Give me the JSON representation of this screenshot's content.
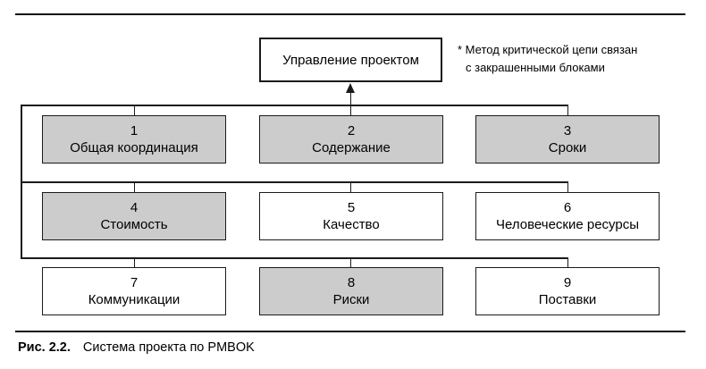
{
  "figure": {
    "root_label": "Управление проектом",
    "note": {
      "line1": "* Метод критической цепи связан",
      "line2": "с закрашенными блоками"
    },
    "blocks": [
      {
        "number": "1",
        "label": "Общая координация",
        "shaded": true
      },
      {
        "number": "2",
        "label": "Содержание",
        "shaded": true
      },
      {
        "number": "3",
        "label": "Сроки",
        "shaded": true
      },
      {
        "number": "4",
        "label": "Стоимость",
        "shaded": true
      },
      {
        "number": "5",
        "label": "Качество",
        "shaded": false
      },
      {
        "number": "6",
        "label": "Человеческие ресурсы",
        "shaded": false
      },
      {
        "number": "7",
        "label": "Коммуникации",
        "shaded": false
      },
      {
        "number": "8",
        "label": "Риски",
        "shaded": true
      },
      {
        "number": "9",
        "label": "Поставки",
        "shaded": false
      }
    ],
    "caption": {
      "label": "Рис. 2.2.",
      "text": "Система проекта по PMBOK"
    },
    "colors": {
      "background": "#ffffff",
      "shaded_fill": "#cccccc",
      "box_border": "#1a1a1a",
      "line": "#1a1a1a",
      "text": "#000000"
    }
  }
}
